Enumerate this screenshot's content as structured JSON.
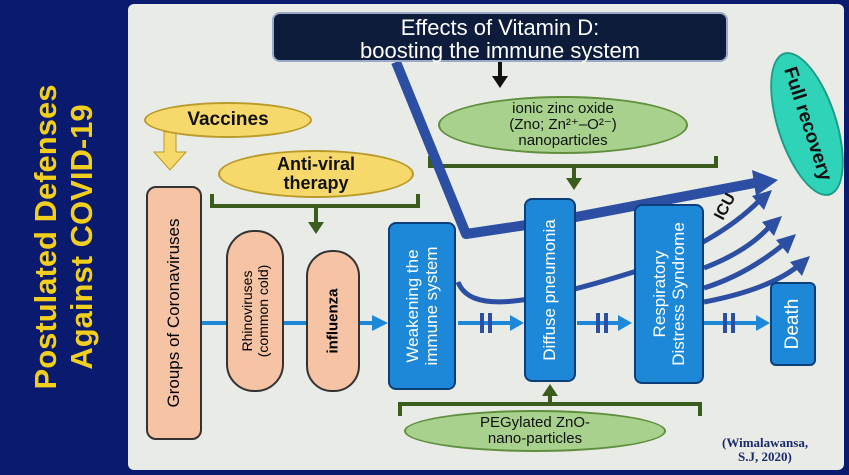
{
  "side_title": {
    "line1": "Postulated Defenses",
    "line2": "Against COVID-19"
  },
  "header": {
    "line1": "Effects of Vitamin D:",
    "line2": "boosting the immune system"
  },
  "ellipses": {
    "vaccines": "Vaccines",
    "antiviral_line1": "Anti-viral",
    "antiviral_line2": "therapy",
    "zinc_line1": "ionic zinc oxide",
    "zinc_line2": "(Zno; Zn²⁺–O²⁻)",
    "zinc_line3": "nanoparticles",
    "full_recovery": "Full recovery",
    "peg_line1": "PEGylated ZnO-",
    "peg_line2": "nano-particles"
  },
  "boxes": {
    "coronaviruses": "Groups of Coronaviruses",
    "rhinoviruses_line1": "Rhinoviruses",
    "rhinoviruses_line2": "(common cold)",
    "influenza": "influenza",
    "weakening_line1": "Weakening the",
    "weakening_line2": "immune system",
    "pneumonia": "Diffuse pneumonia",
    "ards_line1": "Respiratory",
    "ards_line2": "Distress Syndrome",
    "death": "Death"
  },
  "labels": {
    "icu": "ICU"
  },
  "citation": {
    "line1": "(Wimalawansa,",
    "line2": "S.J, 2020)"
  },
  "colors": {
    "background": "#0a1a6e",
    "panel": "#e9ebe6",
    "title_yellow": "#f2cf1d",
    "ellipse_yellow": "#f7d86b",
    "ellipse_green": "#a8d18d",
    "ellipse_teal": "#2fd3b8",
    "box_salmon": "#f6c3a5",
    "box_blue": "#1e88d8",
    "arrow_blue": "#2c4fa3",
    "bracket_green": "#3a5d1d"
  }
}
